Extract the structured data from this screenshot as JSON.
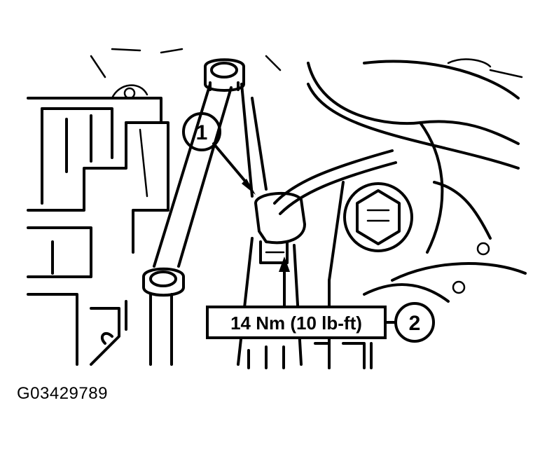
{
  "callouts": {
    "c1": "1",
    "c2": "2"
  },
  "torque_label": "14 Nm (10 lb-ft)",
  "figure_id": "G03429789",
  "colors": {
    "ink": "#000000",
    "paper": "#ffffff"
  }
}
